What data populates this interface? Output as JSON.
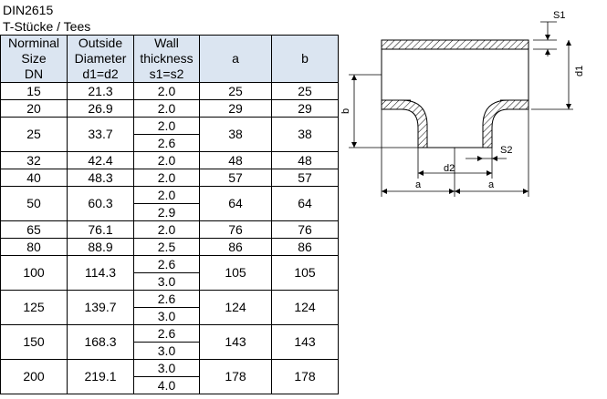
{
  "header": {
    "standard": "DIN2615",
    "subtitle": "T-Stücke / Tees"
  },
  "table": {
    "columns": [
      [
        "Norminal",
        "Size",
        "DN"
      ],
      [
        "Outside",
        "Diameter",
        "d1=d2"
      ],
      [
        "Wall",
        "thickness",
        "s1=s2"
      ],
      [
        "a"
      ],
      [
        "b"
      ]
    ],
    "rows": [
      {
        "dn": "15",
        "od": "21.3",
        "wall": [
          "2.0"
        ],
        "a": "25",
        "b": "25"
      },
      {
        "dn": "20",
        "od": "26.9",
        "wall": [
          "2.0"
        ],
        "a": "29",
        "b": "29"
      },
      {
        "dn": "25",
        "od": "33.7",
        "wall": [
          "2.0",
          "2.6"
        ],
        "a": "38",
        "b": "38"
      },
      {
        "dn": "32",
        "od": "42.4",
        "wall": [
          "2.0"
        ],
        "a": "48",
        "b": "48"
      },
      {
        "dn": "40",
        "od": "48.3",
        "wall": [
          "2.0"
        ],
        "a": "57",
        "b": "57"
      },
      {
        "dn": "50",
        "od": "60.3",
        "wall": [
          "2.0",
          "2.9"
        ],
        "a": "64",
        "b": "64"
      },
      {
        "dn": "65",
        "od": "76.1",
        "wall": [
          "2.0"
        ],
        "a": "76",
        "b": "76"
      },
      {
        "dn": "80",
        "od": "88.9",
        "wall": [
          "2.5"
        ],
        "a": "86",
        "b": "86"
      },
      {
        "dn": "100",
        "od": "114.3",
        "wall": [
          "2.6",
          "3.0"
        ],
        "a": "105",
        "b": "105"
      },
      {
        "dn": "125",
        "od": "139.7",
        "wall": [
          "2.6",
          "3.0"
        ],
        "a": "124",
        "b": "124"
      },
      {
        "dn": "150",
        "od": "168.3",
        "wall": [
          "2.6",
          "3.0"
        ],
        "a": "143",
        "b": "143"
      },
      {
        "dn": "200",
        "od": "219.1",
        "wall": [
          "3.0",
          "4.0"
        ],
        "a": "178",
        "b": "178"
      }
    ]
  },
  "drawing": {
    "labels": {
      "s1": "S1",
      "s2": "S2",
      "d1": "d1",
      "d2": "d2",
      "a_left": "a",
      "a_right": "a",
      "b": "b"
    },
    "hatch_color": "#000000"
  }
}
